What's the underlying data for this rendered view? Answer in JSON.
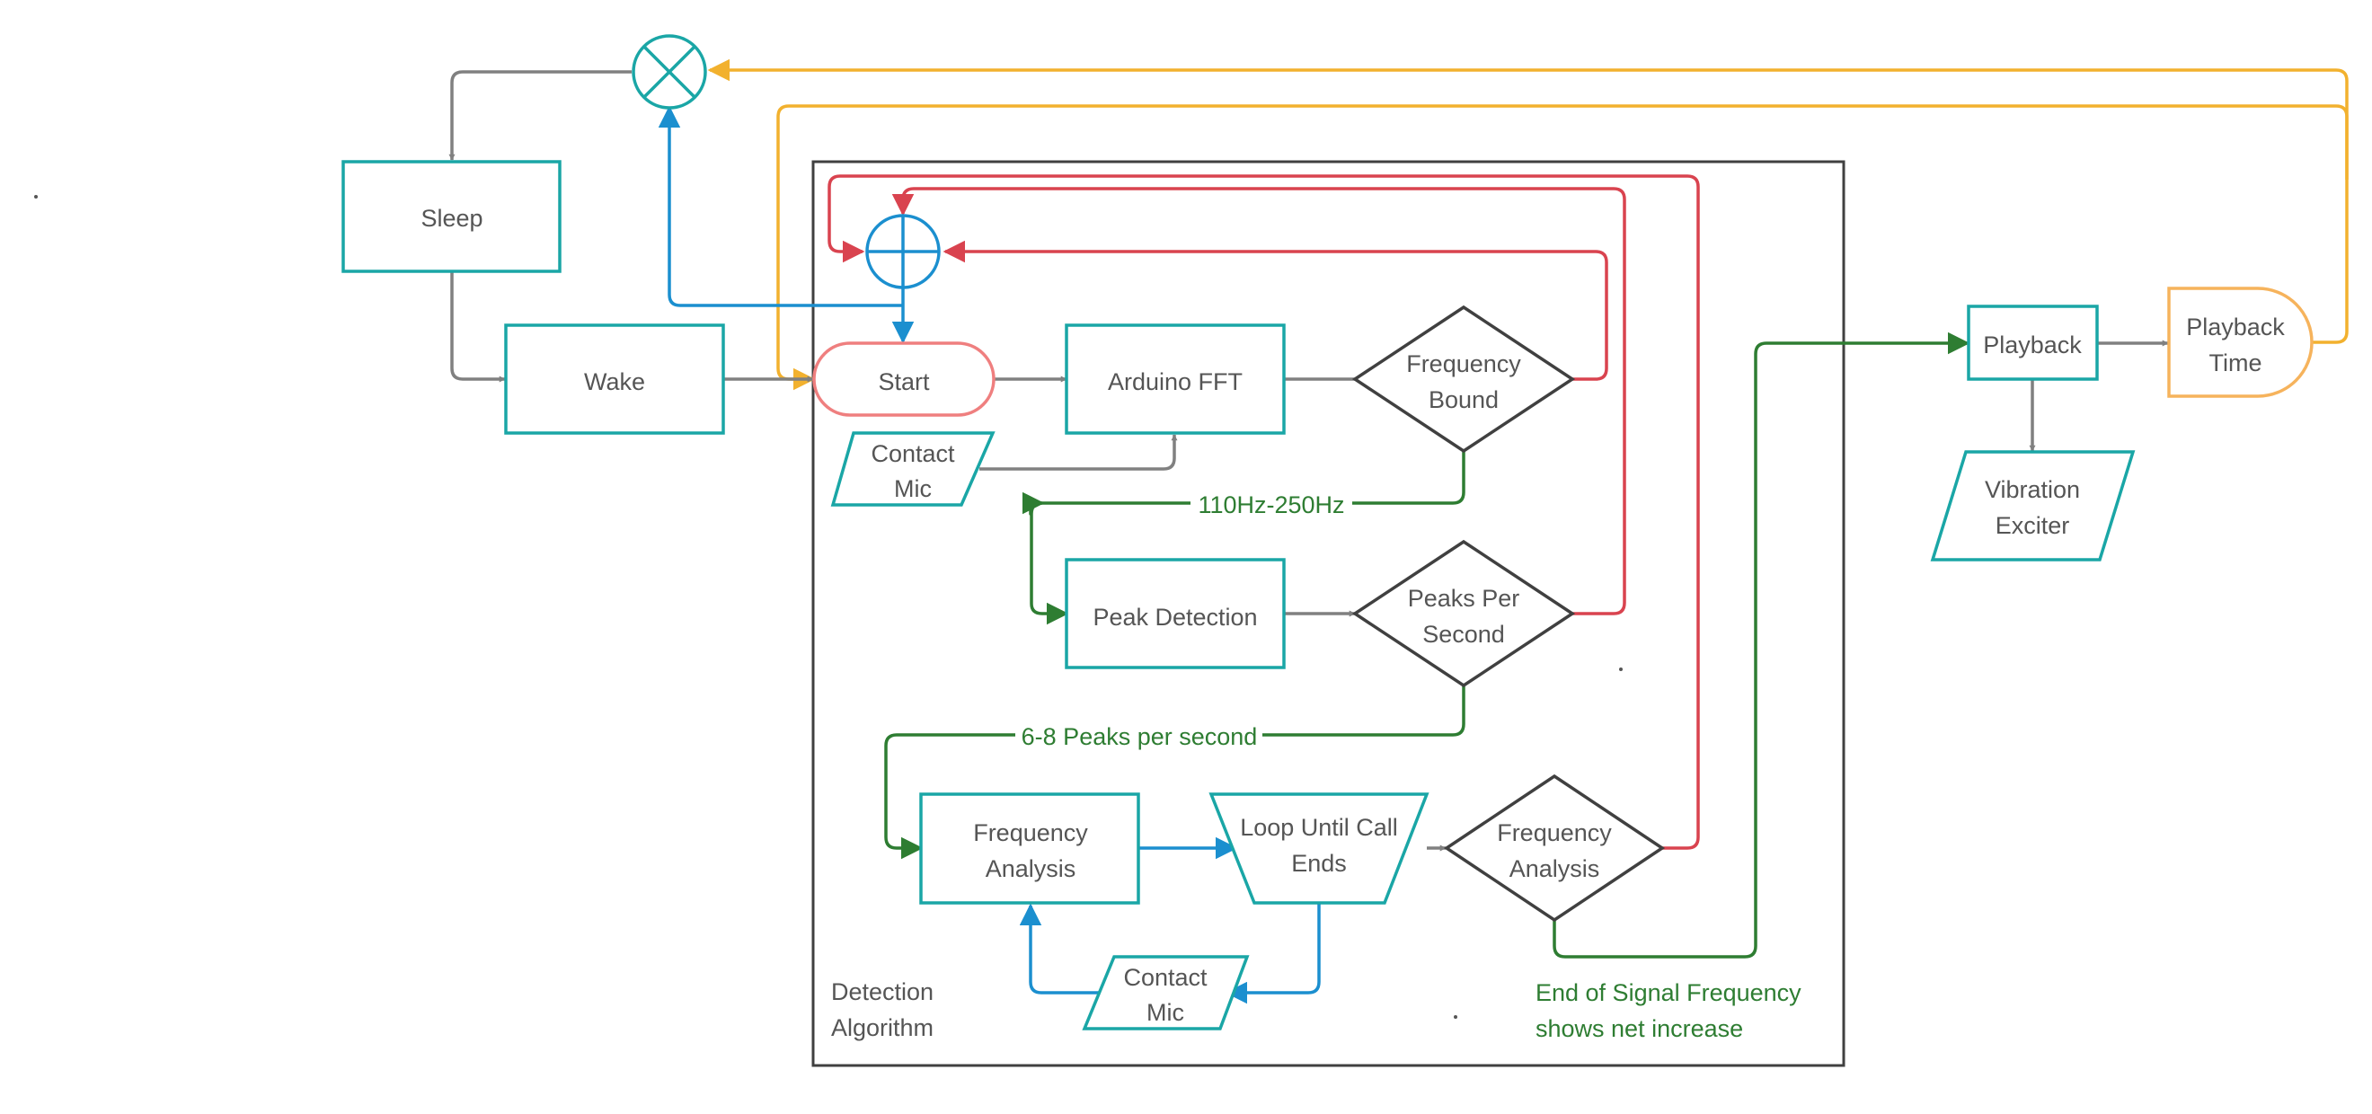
{
  "colors": {
    "teal": "#1aa6a6",
    "gray_arrow": "#808080",
    "blue": "#1b8fcf",
    "red": "#d9434f",
    "orange": "#f2b12e",
    "green": "#2e7d32",
    "dark": "#404040",
    "start_border": "#ef7f7f",
    "playback_time_border": "#f6b35c"
  },
  "icons": {
    "multiply_junction": "circle-x-junction-icon",
    "sum_junction": "circle-plus-junction-icon"
  },
  "nodes": {
    "sleep": "Sleep",
    "wake": "Wake",
    "start": "Start",
    "arduino_fft": "Arduino FFT",
    "frequency_bound": [
      "Frequency",
      "Bound"
    ],
    "contact_mic_top": [
      "Contact",
      "Mic"
    ],
    "peak_detection": "Peak Detection",
    "peaks_per_second": [
      "Peaks Per",
      "Second"
    ],
    "frequency_analysis_box": [
      "Frequency",
      "Analysis"
    ],
    "loop_until_call_ends": [
      "Loop Until Call",
      "Ends"
    ],
    "frequency_analysis_decision": [
      "Frequency",
      "Analysis"
    ],
    "contact_mic_bottom": [
      "Contact",
      "Mic"
    ],
    "detection_algorithm": [
      "Detection",
      "Algorithm"
    ],
    "playback": "Playback",
    "playback_time": [
      "Playback",
      "Time"
    ],
    "vibration_exciter": [
      "Vibration",
      "Exciter"
    ]
  },
  "edge_labels": {
    "freq_range": "110Hz-250Hz",
    "peaks_range": "6-8 Peaks per second",
    "end_signal": [
      "End of Signal Frequency",
      "shows net increase"
    ]
  }
}
